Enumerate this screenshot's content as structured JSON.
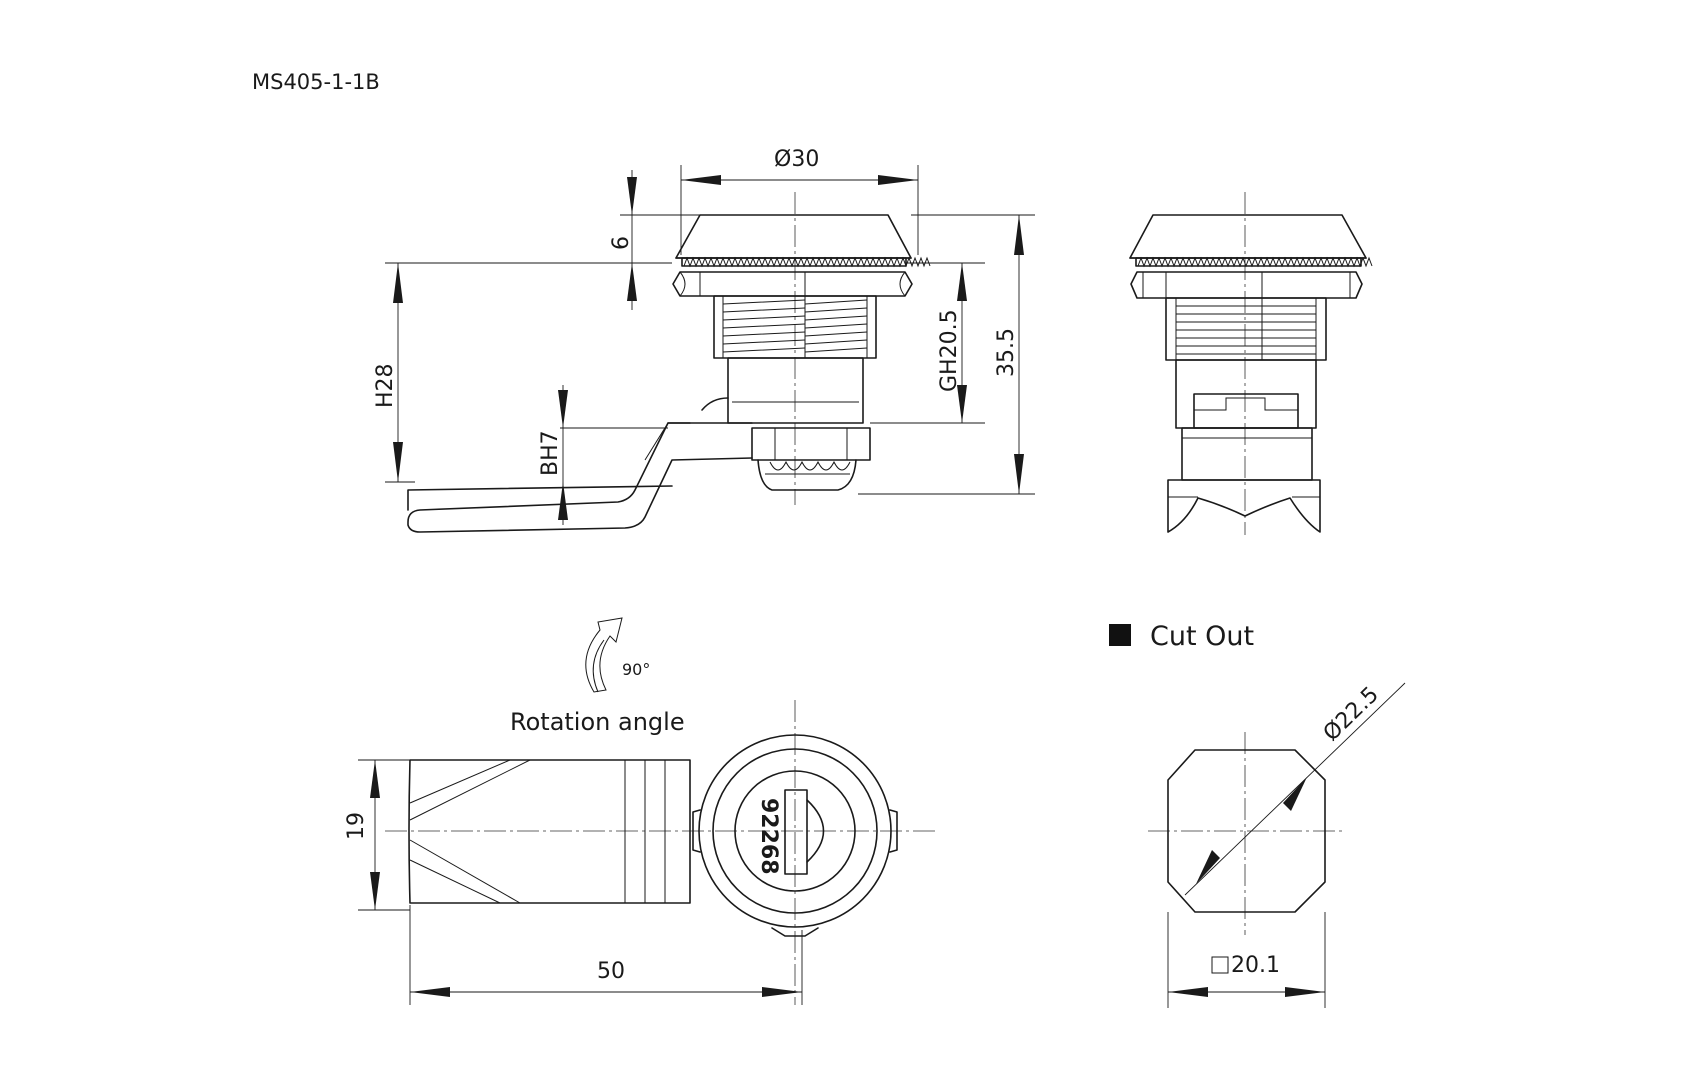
{
  "part_number": "MS405-1-1B",
  "dimensions": {
    "head_diameter": "Ø30",
    "head_height": "6",
    "overall_height": "H28",
    "thread": "GH20.5",
    "total_length": "35.5",
    "cam_offset": "BH7",
    "cam_width": "19",
    "cam_length": "50"
  },
  "rotation": {
    "angle": "90°",
    "label": "Rotation angle"
  },
  "key_code": "92268",
  "cutout": {
    "title": "Cut Out",
    "diameter": "Ø22.5",
    "square": "20.1"
  }
}
